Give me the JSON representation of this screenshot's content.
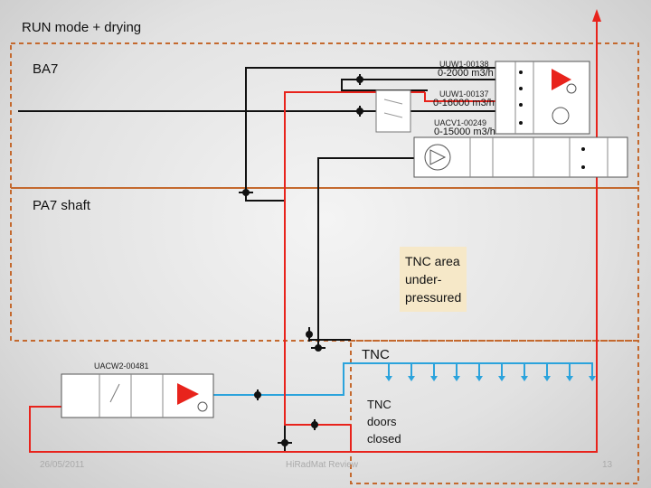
{
  "slide": {
    "title": "RUN mode + drying",
    "footer_date": "26/05/2011",
    "footer_center": "HiRadMat Review",
    "page_number": "13"
  },
  "zones": {
    "ba7": "BA7",
    "pa7": "PA7 shaft",
    "tnc": "TNC",
    "tnc_doors": [
      "TNC",
      "doors",
      "closed"
    ]
  },
  "units": {
    "uuw1_00138": {
      "id": "UUW1-00138",
      "flow": "0-2000 m3/h"
    },
    "uuw1_00137": {
      "id": "UUW1-00137",
      "flow": "0-16000 m3/h"
    },
    "uacv1_00249": {
      "id": "UACV1-00249",
      "flow": "0-15000 m3/h"
    },
    "uacw2_00481": {
      "id": "UACW2-00481"
    }
  },
  "tnc_note": [
    "TNC area",
    "under-",
    "pressured"
  ],
  "colors": {
    "supply": "#e8231c",
    "return": "#2ba3dc",
    "duct": "#111111",
    "zone_border": "#c4692e",
    "note_bg": "#f6e8c8"
  }
}
